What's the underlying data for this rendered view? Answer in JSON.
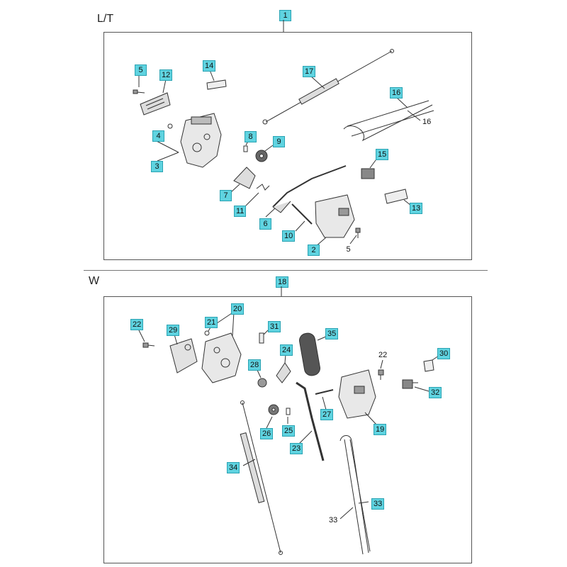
{
  "colors": {
    "callout_bg": "#5fd3e0",
    "line": "#333333"
  },
  "sections": [
    {
      "label": "L/T",
      "assembly_no": "1",
      "callouts": [
        {
          "text": "5",
          "boxed": true
        },
        {
          "text": "12",
          "boxed": true
        },
        {
          "text": "14",
          "boxed": true
        },
        {
          "text": "17",
          "boxed": true
        },
        {
          "text": "15",
          "boxed": true
        },
        {
          "text": "16",
          "boxed": true
        },
        {
          "text": "16",
          "boxed": false
        },
        {
          "text": "4",
          "boxed": true
        },
        {
          "text": "3",
          "boxed": true
        },
        {
          "text": "8",
          "boxed": true
        },
        {
          "text": "9",
          "boxed": true
        },
        {
          "text": "15",
          "boxed": true
        },
        {
          "text": "7",
          "boxed": true
        },
        {
          "text": "11",
          "boxed": true
        },
        {
          "text": "6",
          "boxed": true
        },
        {
          "text": "10",
          "boxed": true
        },
        {
          "text": "13",
          "boxed": true
        },
        {
          "text": "2",
          "boxed": true
        },
        {
          "text": "5",
          "boxed": false
        }
      ]
    },
    {
      "label": "W",
      "assembly_no": "18",
      "callouts": [
        {
          "text": "22",
          "boxed": true
        },
        {
          "text": "29",
          "boxed": true
        },
        {
          "text": "21",
          "boxed": true
        },
        {
          "text": "20",
          "boxed": true
        },
        {
          "text": "31",
          "boxed": true
        },
        {
          "text": "35",
          "boxed": true
        },
        {
          "text": "24",
          "boxed": true
        },
        {
          "text": "28",
          "boxed": true
        },
        {
          "text": "22",
          "boxed": false
        },
        {
          "text": "30",
          "boxed": true
        },
        {
          "text": "32",
          "boxed": true
        },
        {
          "text": "26",
          "boxed": true
        },
        {
          "text": "25",
          "boxed": true
        },
        {
          "text": "27",
          "boxed": true
        },
        {
          "text": "19",
          "boxed": true
        },
        {
          "text": "23",
          "boxed": true
        },
        {
          "text": "34",
          "boxed": true
        },
        {
          "text": "33",
          "boxed": false
        },
        {
          "text": "33",
          "boxed": true
        }
      ]
    }
  ]
}
